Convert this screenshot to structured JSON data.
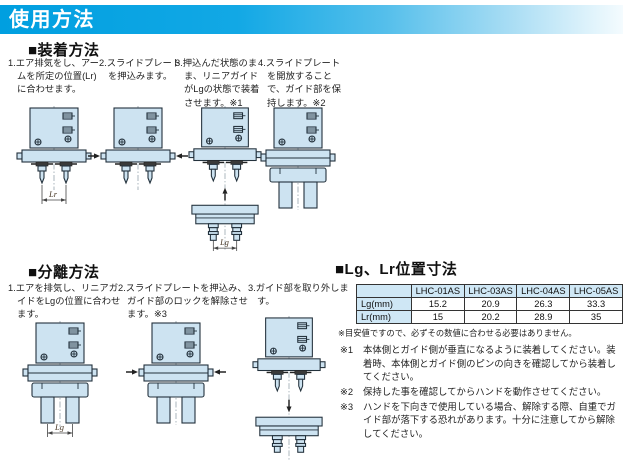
{
  "banner": {
    "title": "使用方法"
  },
  "labels": {
    "lr": "Lr",
    "lg": "Lg"
  },
  "mount": {
    "heading": "■装着方法",
    "steps": [
      "1.エア排気をし、アームを所定の位置(Lr)に合わせます。",
      "2.スライドプレートを押込みます。",
      "3.押込んだ状態のまま、リニアガイドがLgの状態で装着させます。※1",
      "4.スライドプレートを開放することで、ガイド部を保持します。※2"
    ]
  },
  "separate": {
    "heading": "■分離方法",
    "steps": [
      "1.エアを排気し、リニアガイドをLgの位置に合わせます。",
      "2.スライドプレートを押込み、ガイド部のロックを解除させます。※3",
      "3.ガイド部を取り外します。"
    ]
  },
  "dimensions": {
    "heading": "■Lg、Lr位置寸法",
    "columns": [
      "",
      "LHC-01AS",
      "LHC-03AS",
      "LHC-04AS",
      "LHC-05AS"
    ],
    "rows": [
      {
        "label": "Lg(mm)",
        "values": [
          "15.2",
          "20.9",
          "26.3",
          "33.3"
        ]
      },
      {
        "label": "Lr(mm)",
        "values": [
          "15",
          "20.2",
          "28.9",
          "35"
        ]
      }
    ],
    "table_note": "※目安値ですので、必ずその数値に合わせる必要はありません。"
  },
  "notes": [
    {
      "marker": "※1",
      "text": "本体側とガイド側が垂直になるように装着してください。装着時、本体側とガイド側のピンの向きを確認してから装着してください。"
    },
    {
      "marker": "※2",
      "text": "保持した事を確認してからハンドを動作させてください。"
    },
    {
      "marker": "※3",
      "text": "ハンドを下向きで使用している場合、解除する際、自重でガイド部が落下する恐れがあります。十分に注意してから解除してください。"
    }
  ],
  "colors": {
    "banner_blue": "#009fe0",
    "diagram_fill": "#cde3f1",
    "table_header_bg": "#cfe7f5"
  }
}
